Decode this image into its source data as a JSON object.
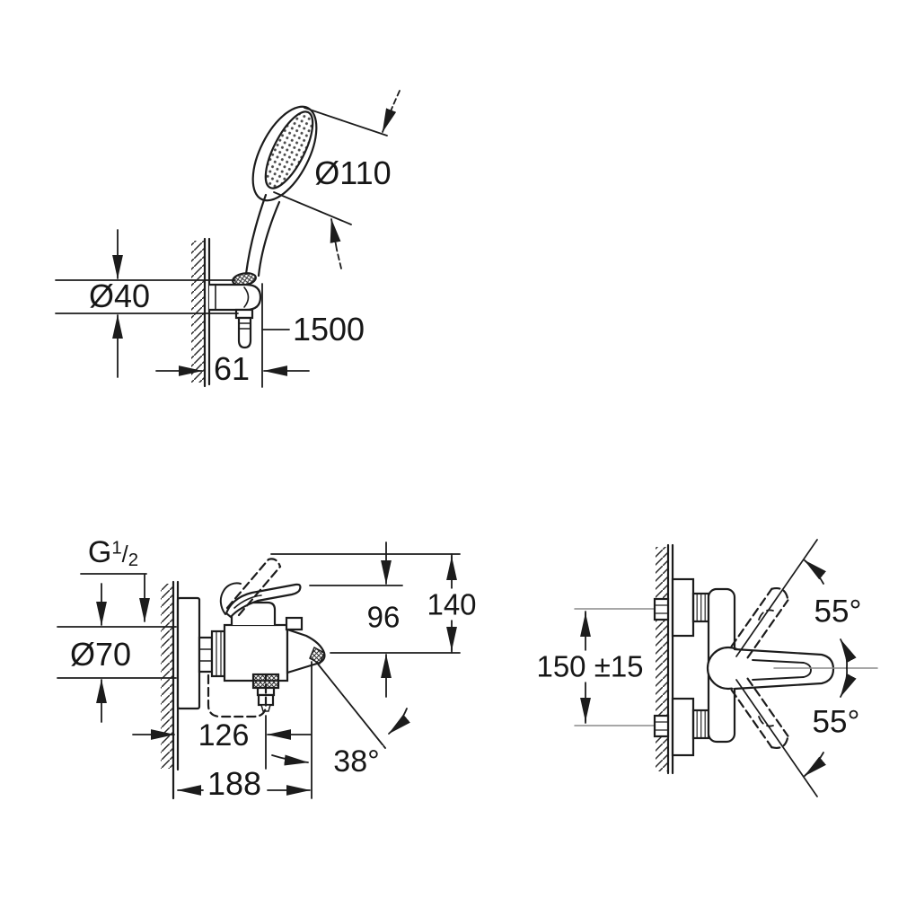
{
  "colors": {
    "line": "#1c1c1c",
    "centerline": "#8a8a8a",
    "background": "#ffffff",
    "text": "#161616"
  },
  "figures": {
    "hand_shower_set": {
      "dimensions": {
        "head_diameter": "Ø110",
        "holder_diameter": "Ø40",
        "hose_length": "1500",
        "holder_projection": "61"
      }
    },
    "mixer_side_view": {
      "dimensions": {
        "thread": {
          "prefix": "G",
          "numerator": "1",
          "separator": "/",
          "denominator": "2"
        },
        "escutcheon_diameter": "Ø70",
        "spout_height": "96",
        "overall_height": "140",
        "spout_reach": "126",
        "spout_angle": "38°",
        "overall_projection": "188"
      }
    },
    "mixer_top_view": {
      "dimensions": {
        "connection_distance": "150 ±15",
        "handle_swivel_upper": "55°",
        "handle_swivel_lower": "55°"
      }
    }
  }
}
